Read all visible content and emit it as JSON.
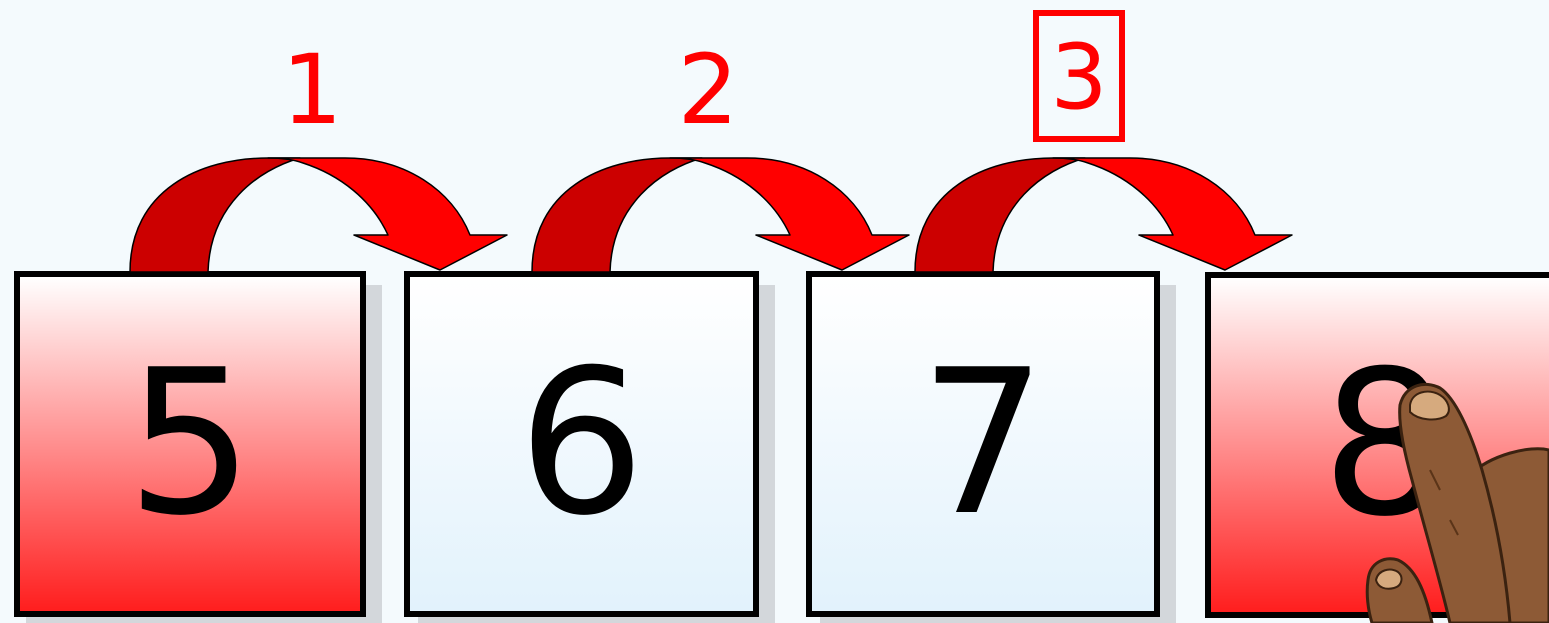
{
  "step_labels": [
    "1",
    "2",
    "3"
  ],
  "cards": [
    {
      "value": "5",
      "style": "red"
    },
    {
      "value": "6",
      "style": "blue"
    },
    {
      "value": "7",
      "style": "blue"
    },
    {
      "value": "8",
      "style": "red"
    }
  ],
  "highlighted_step": "3",
  "pointing_hand": {
    "points_at": "8"
  },
  "colors": {
    "background": "#f4fafd",
    "arrow_light": "#ff0000",
    "arrow_dark": "#cc0000",
    "label": "#ff0000",
    "card_border": "#000000",
    "card_red": "#ff1e1e",
    "card_blue": "#e2f2fc",
    "skin": "#8d5a36",
    "nail": "#d6aa7e"
  }
}
